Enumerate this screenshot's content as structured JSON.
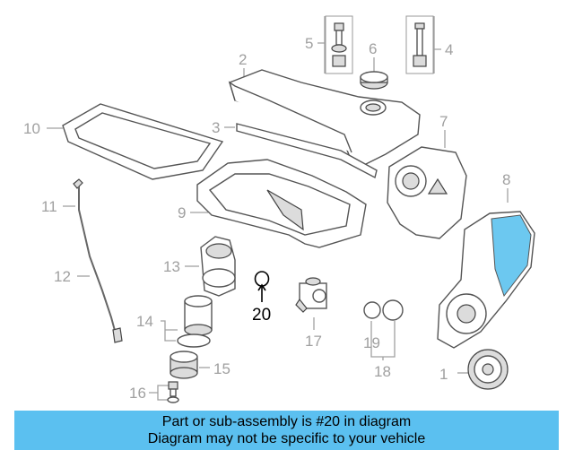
{
  "callouts": {
    "c1": "1",
    "c2": "2",
    "c3": "3",
    "c4": "4",
    "c5": "5",
    "c6": "6",
    "c7": "7",
    "c8": "8",
    "c9": "9",
    "c10": "10",
    "c11": "11",
    "c12": "12",
    "c13": "13",
    "c14": "14",
    "c15": "15",
    "c16": "16",
    "c17": "17",
    "c18": "18",
    "c19": "19",
    "c20": "20"
  },
  "highlight": {
    "part_number": "20",
    "color": "#000000"
  },
  "banner": {
    "line1": "Part or sub-assembly is #20 in diagram",
    "line2": "Diagram may not be specific to your vehicle",
    "background": "#5bc0f0"
  }
}
